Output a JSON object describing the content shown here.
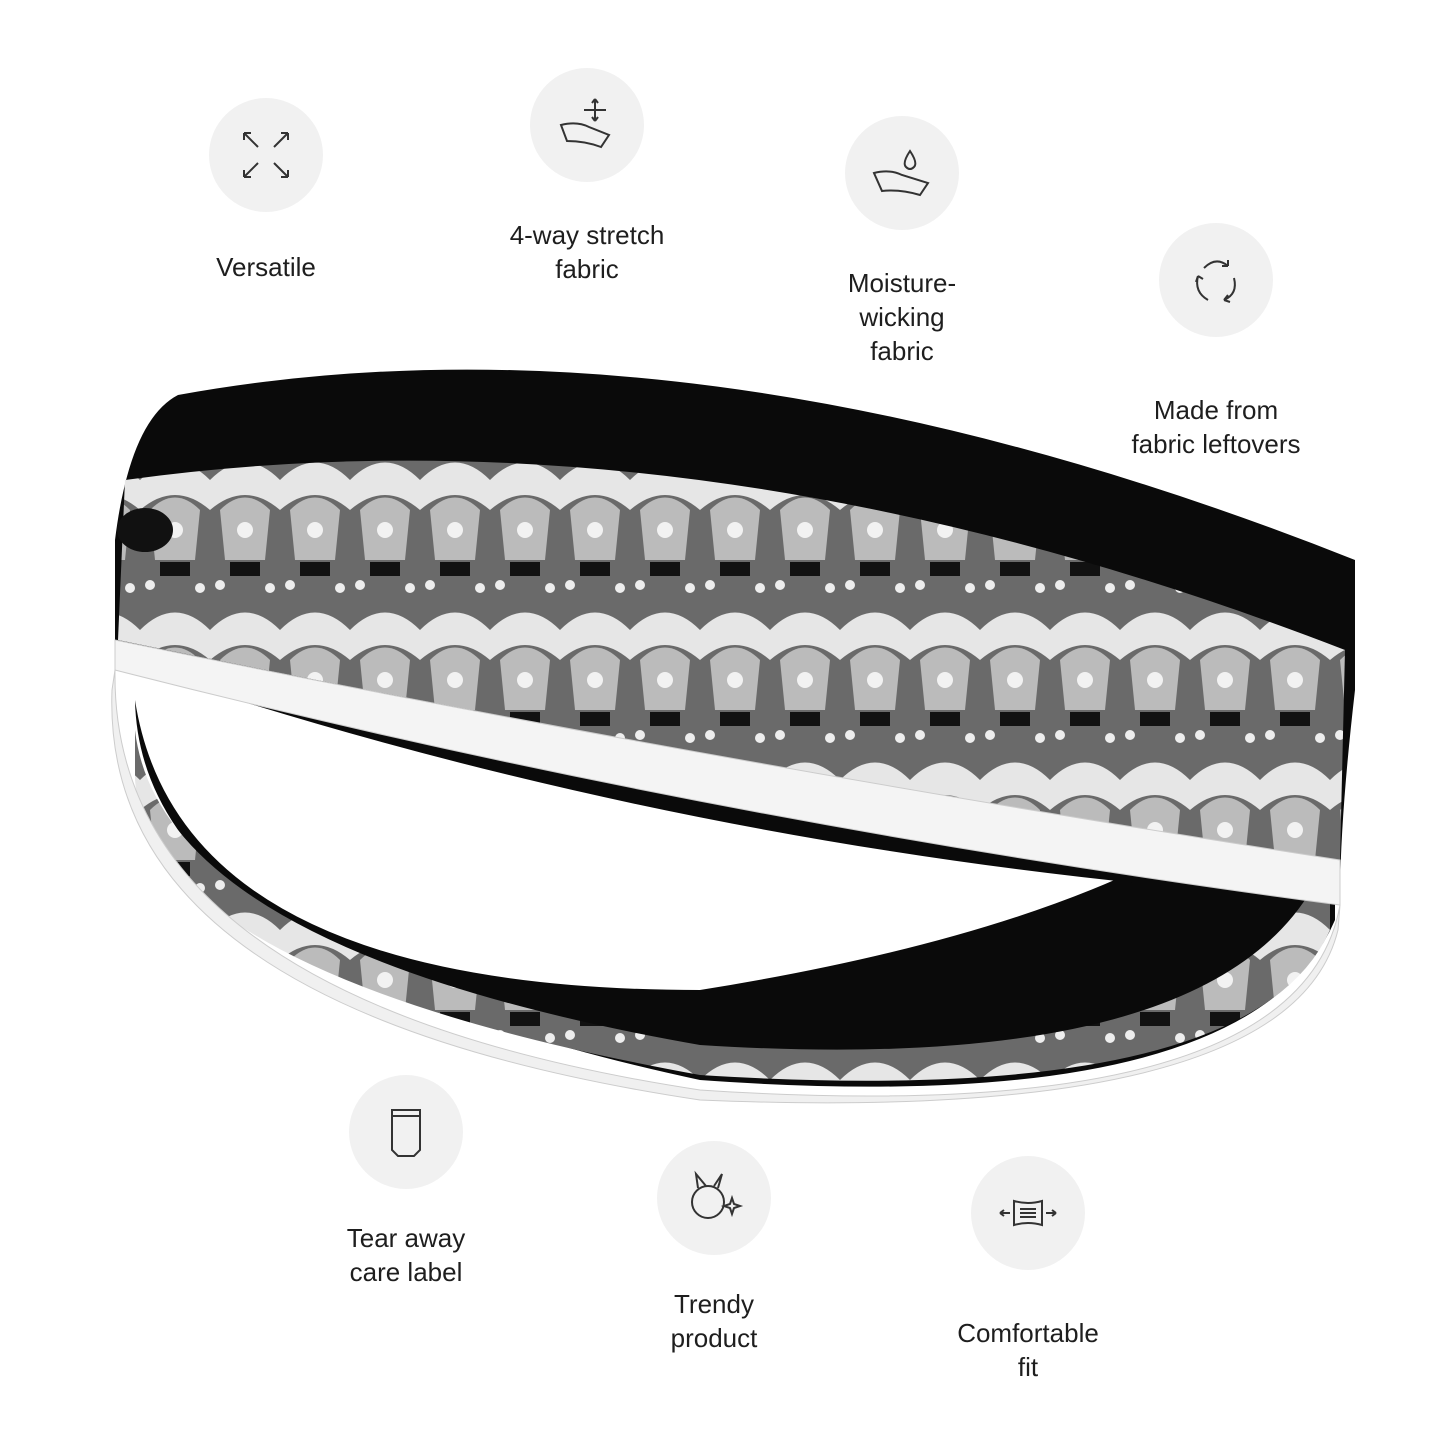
{
  "features": [
    {
      "label_lines": [
        "Versatile"
      ],
      "icon": "arrows-diagonal-icon"
    },
    {
      "label_lines": [
        "4-way stretch",
        "fabric"
      ],
      "icon": "stretch-fabric-icon"
    },
    {
      "label_lines": [
        "Moisture-",
        "wicking",
        "fabric"
      ],
      "icon": "water-drop-fabric-icon"
    },
    {
      "label_lines": [
        "Made from",
        "fabric leftovers"
      ],
      "icon": "recycle-icon"
    },
    {
      "label_lines": [
        "Tear away",
        "care label"
      ],
      "icon": "care-label-icon"
    },
    {
      "label_lines": [
        "Trendy",
        "product"
      ],
      "icon": "trendy-icon"
    },
    {
      "label_lines": [
        "Comfortable",
        "fit"
      ],
      "icon": "comfort-fit-icon"
    }
  ],
  "colors": {
    "circle": "#f1f1f1",
    "band": "#0a0a0a",
    "lace": "#e8e8e8",
    "trim": "#f4f4f4"
  }
}
